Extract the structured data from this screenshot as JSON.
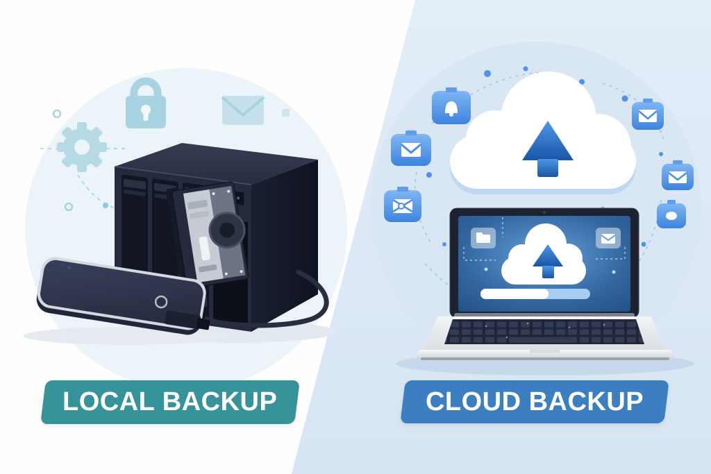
{
  "page": {
    "type": "comparison-illustration",
    "split": "diagonal"
  },
  "left_panel": {
    "banner": {
      "label": "LOCAL BACKUP",
      "color": "#37939a",
      "text_color": "#ffffff"
    },
    "scene": {
      "objects": [
        "nas-enclosure-with-four-drive-bays",
        "ejected-drive-tray",
        "external-hard-drive",
        "usb-cable"
      ],
      "background_icons": [
        "gear-icon",
        "padlock-icon",
        "envelope-icon"
      ],
      "accent_color": "#b5d9e5",
      "background_color": "#ffffff"
    }
  },
  "right_panel": {
    "banner": {
      "label": "CLOUD BACKUP",
      "color": "#3b7fc0",
      "text_color": "#ffffff"
    },
    "scene": {
      "objects": [
        "upload-cloud-with-arrow",
        "laptop-with-cloud-upload-screen"
      ],
      "laptop_screen": {
        "content": "cloud-upload",
        "progress_fraction": 0.62
      },
      "floating_icons": [
        "bell-icon",
        "mail-icon",
        "mail-icon",
        "mail-icon",
        "mail-icon",
        "mail-icon"
      ],
      "accent_color": "#3f86e0",
      "background_color": "#dce8f6"
    }
  }
}
